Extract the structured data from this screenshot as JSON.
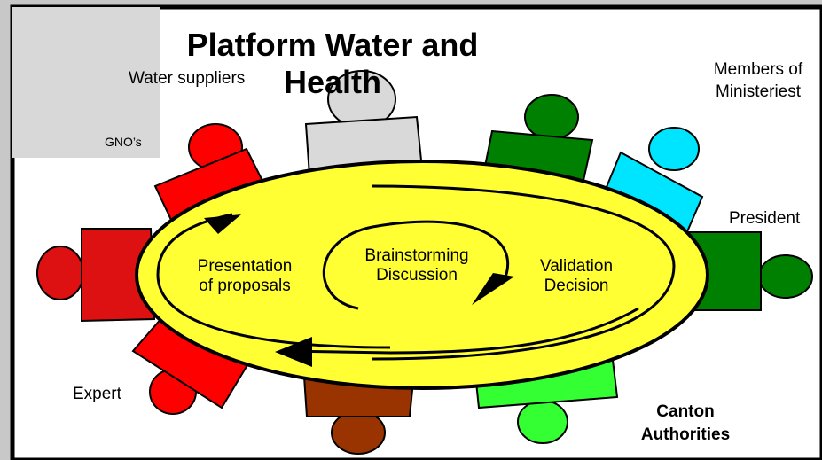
{
  "title": "Platform Water and Health",
  "labels": {
    "water_suppliers": "Water suppliers",
    "members_line1": "Members of",
    "members_line2": "Ministeriest",
    "gnos": "GNO’s",
    "president": "President",
    "expert": "Expert",
    "canton_line1": "Canton",
    "canton_line2": "Authorities"
  },
  "process": {
    "presentation_line1": "Presentation",
    "presentation_line2": "of proposals",
    "brainstorming_line1": "Brainstorming",
    "brainstorming_line2": "Discussion",
    "validation_line1": "Validation",
    "validation_line2": "Decision"
  },
  "colors": {
    "background": "#c8c8c8",
    "panel": "#ffffff",
    "table": "#ffff33",
    "red": "#ff0000",
    "green": "#008000",
    "cyan": "#00e5ff",
    "grey": "#d9d9d9",
    "brown": "#993300",
    "lightgreen": "#33ff33"
  }
}
